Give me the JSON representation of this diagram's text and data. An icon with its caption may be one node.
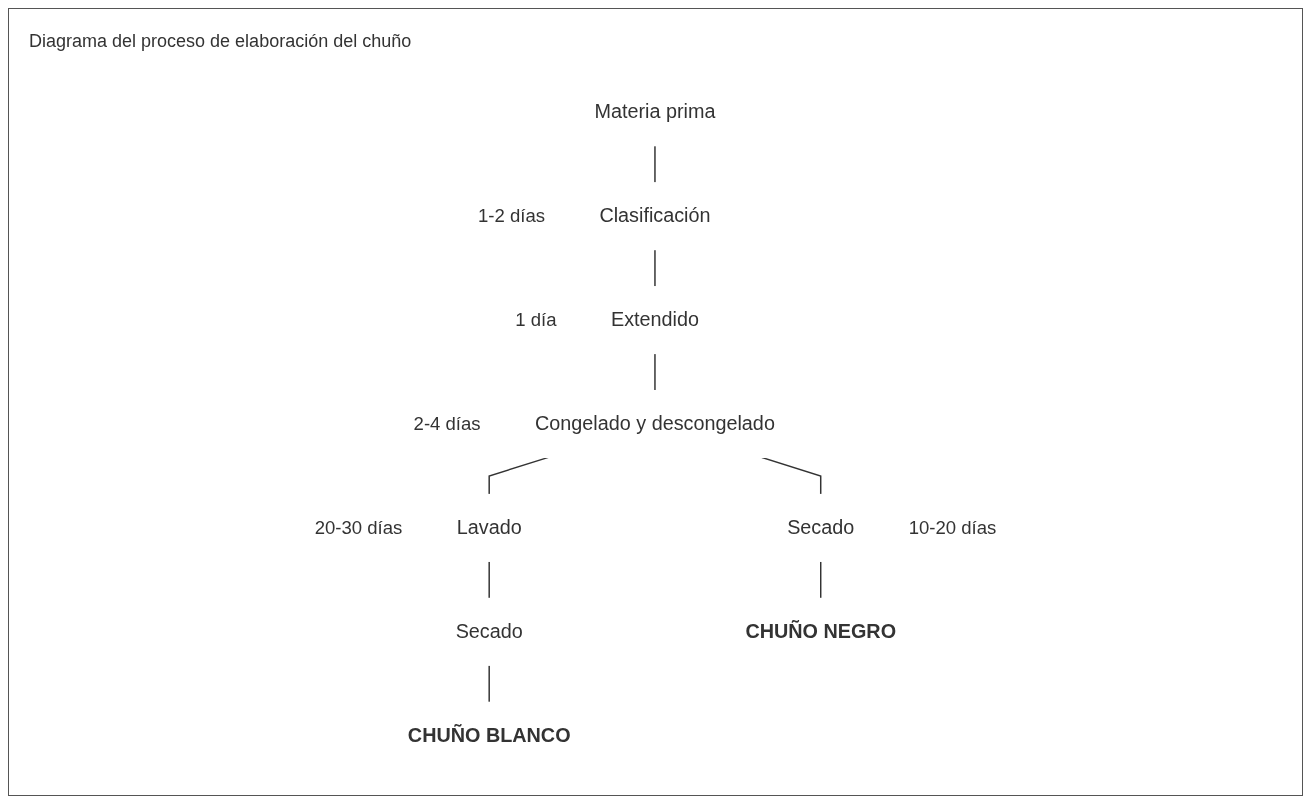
{
  "diagram": {
    "title": "Diagrama del proceso de elaboración del chuño",
    "nodes": [
      {
        "text": [
          "Materia prima"
        ]
      },
      {
        "text": [
          "Clasificación"
        ],
        "beside": [
          "1-2 días"
        ]
      },
      {
        "text": [
          "Extendido"
        ],
        "beside": [
          "1 día"
        ]
      },
      {
        "text": [
          "Congelado y descongelado"
        ],
        "beside": [
          "2-4 días"
        ]
      },
      {
        "text": [
          "Secado"
        ],
        "beside": [
          "10-20 días"
        ]
      },
      {
        "text": [
          "Lavado"
        ],
        "beside": [
          "20-30 días"
        ]
      },
      {
        "text": [
          "Secado"
        ]
      },
      {
        "text": [
          "CHUÑO NEGRO"
        ]
      },
      {
        "text": [
          "CHUÑO BLANCO"
        ]
      }
    ],
    "edges": [
      {
        "from": 0,
        "to": 1,
        "arrow": "none"
      },
      {
        "from": 1,
        "to": 2,
        "arrow": "none"
      },
      {
        "from": 2,
        "to": 3,
        "arrow": "none"
      },
      {
        "from": 3,
        "to": 4,
        "arrow": "none"
      },
      {
        "from": 3,
        "to": 5,
        "arrow": "none"
      },
      {
        "from": 5,
        "to": 6,
        "arrow": "none"
      },
      {
        "from": 4,
        "to": 7,
        "arrow": "none"
      },
      {
        "from": 6,
        "to": 8,
        "arrow": "none"
      }
    ]
  }
}
